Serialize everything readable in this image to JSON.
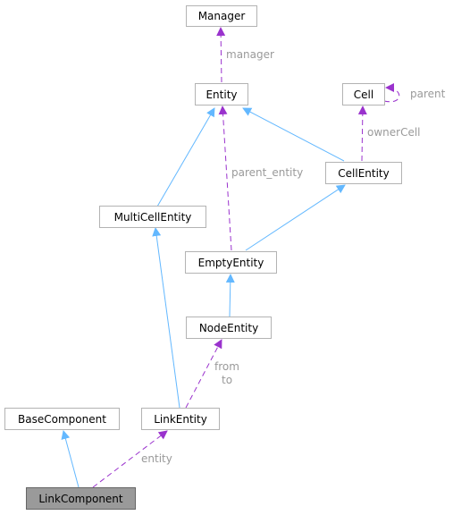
{
  "colors": {
    "inheritance": "#63b8ff",
    "usage": "#9a32cd",
    "label": "#9a9a9a",
    "node_border": "#b3b3b3",
    "current_fill": "#9a9a9a"
  },
  "nodes": {
    "manager": "Manager",
    "entity": "Entity",
    "cell": "Cell",
    "cell_entity": "CellEntity",
    "multi_cell_entity": "MultiCellEntity",
    "empty_entity": "EmptyEntity",
    "node_entity": "NodeEntity",
    "base_component": "BaseComponent",
    "link_entity": "LinkEntity",
    "link_component": "LinkComponent"
  },
  "edge_labels": {
    "manager": "manager",
    "parent": "parent",
    "owner_cell": "ownerCell",
    "parent_entity": "parent_entity",
    "from": "from",
    "to": "to",
    "entity": "entity"
  }
}
